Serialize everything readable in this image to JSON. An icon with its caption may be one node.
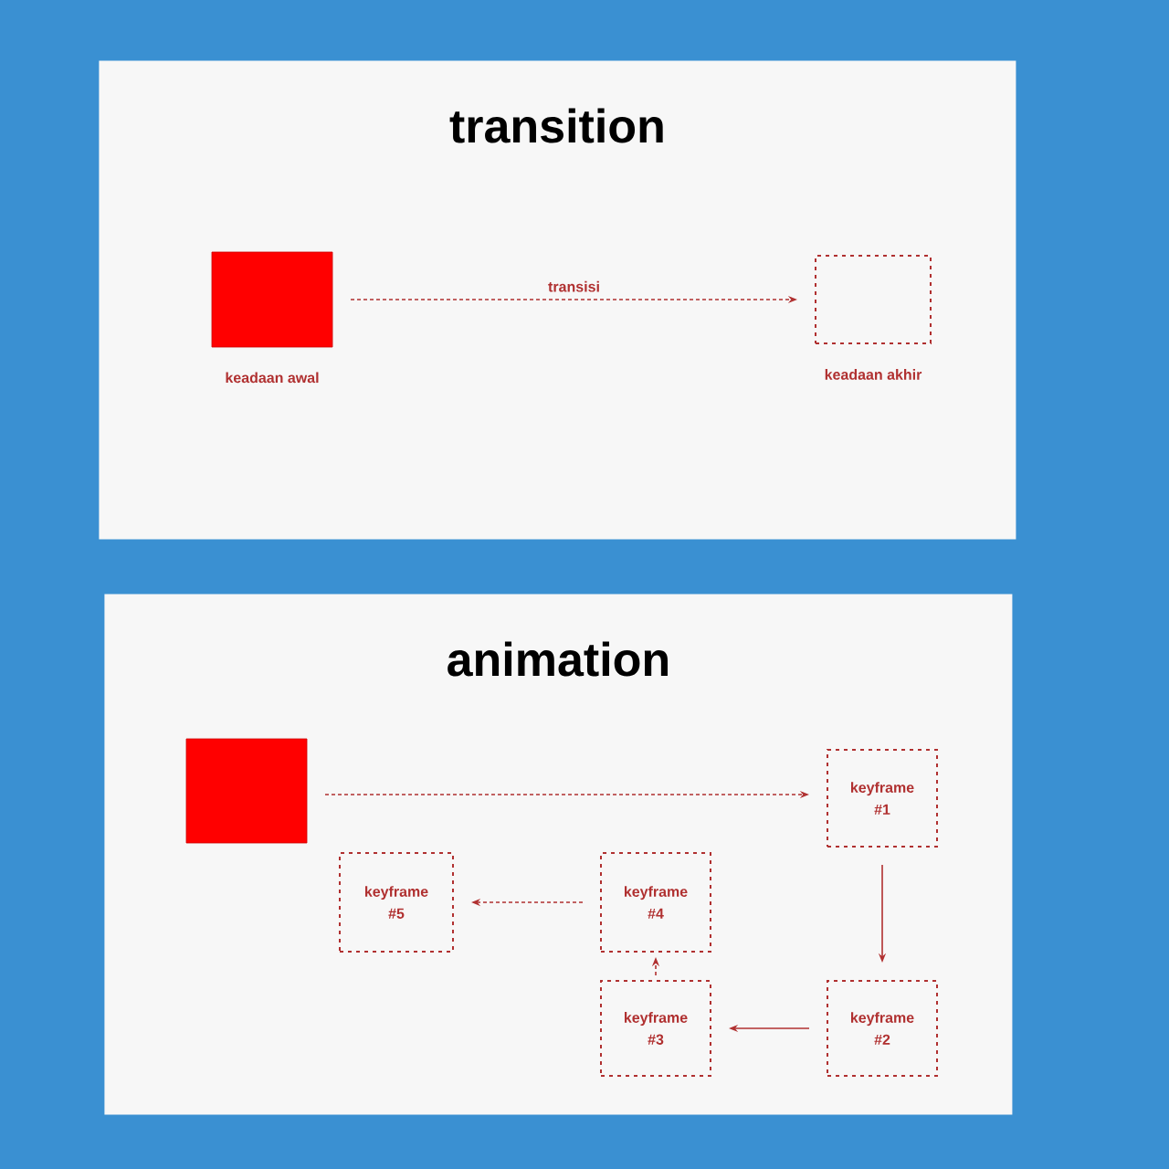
{
  "diagram": {
    "nodes": [
      {
        "text": [
          "transition"
        ]
      },
      {
        "text": [],
        "shape": "box",
        "in": 0,
        "beside": [
          "keadaan awal"
        ]
      },
      {
        "text": [],
        "shape": "box",
        "in": 0,
        "beside": [
          "keadaan akhir"
        ]
      },
      {
        "text": [
          "animation"
        ]
      },
      {
        "text": [],
        "shape": "box",
        "in": 3
      },
      {
        "text": [
          "keyframe #1"
        ],
        "in": 3
      },
      {
        "text": [
          "keyframe #2"
        ],
        "in": 3
      },
      {
        "text": [
          "keyframe #3"
        ],
        "in": 3
      },
      {
        "text": [
          "keyframe #4"
        ],
        "in": 3
      },
      {
        "text": [
          "keyframe #5"
        ],
        "in": 3
      }
    ],
    "edges": [
      {
        "from": 1,
        "to": 2,
        "arrow": "to",
        "label": "transisi",
        "style": "dashed"
      },
      {
        "from": 4,
        "to": 5,
        "arrow": "to",
        "style": "dashed"
      },
      {
        "from": 5,
        "to": 6,
        "arrow": "to"
      },
      {
        "from": 6,
        "to": 7,
        "arrow": "to"
      },
      {
        "from": 7,
        "to": 8,
        "arrow": "to",
        "style": "dashed"
      },
      {
        "from": 8,
        "to": 9,
        "arrow": "to",
        "style": "dashed"
      }
    ]
  }
}
